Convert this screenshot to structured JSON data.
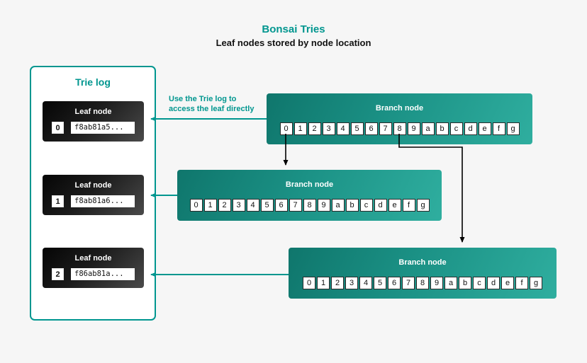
{
  "title": "Bonsai Tries",
  "subtitle": "Leaf nodes stored by node location",
  "annotation": "Use the Trie log to access the leaf directly",
  "colors": {
    "teal": "#00968f",
    "arrow_black": "#000000",
    "leaf_dark": "#111111",
    "background": "#f6f6f6"
  },
  "trie_log": {
    "title": "Trie log",
    "leaf_label": "Leaf node",
    "leaves": [
      {
        "index": "0",
        "value": "f8ab81a5..."
      },
      {
        "index": "1",
        "value": "f8ab81a6..."
      },
      {
        "index": "2",
        "value": "f86ab81a..."
      }
    ]
  },
  "branch_nodes": [
    {
      "label": "Branch node",
      "cells": [
        "0",
        "1",
        "2",
        "3",
        "4",
        "5",
        "6",
        "7",
        "8",
        "9",
        "a",
        "b",
        "c",
        "d",
        "e",
        "f",
        "g"
      ]
    },
    {
      "label": "Branch node",
      "cells": [
        "0",
        "1",
        "2",
        "3",
        "4",
        "5",
        "6",
        "7",
        "8",
        "9",
        "a",
        "b",
        "c",
        "d",
        "e",
        "f",
        "g"
      ]
    },
    {
      "label": "Branch node",
      "cells": [
        "0",
        "1",
        "2",
        "3",
        "4",
        "5",
        "6",
        "7",
        "8",
        "9",
        "a",
        "b",
        "c",
        "d",
        "e",
        "f",
        "g"
      ]
    }
  ]
}
